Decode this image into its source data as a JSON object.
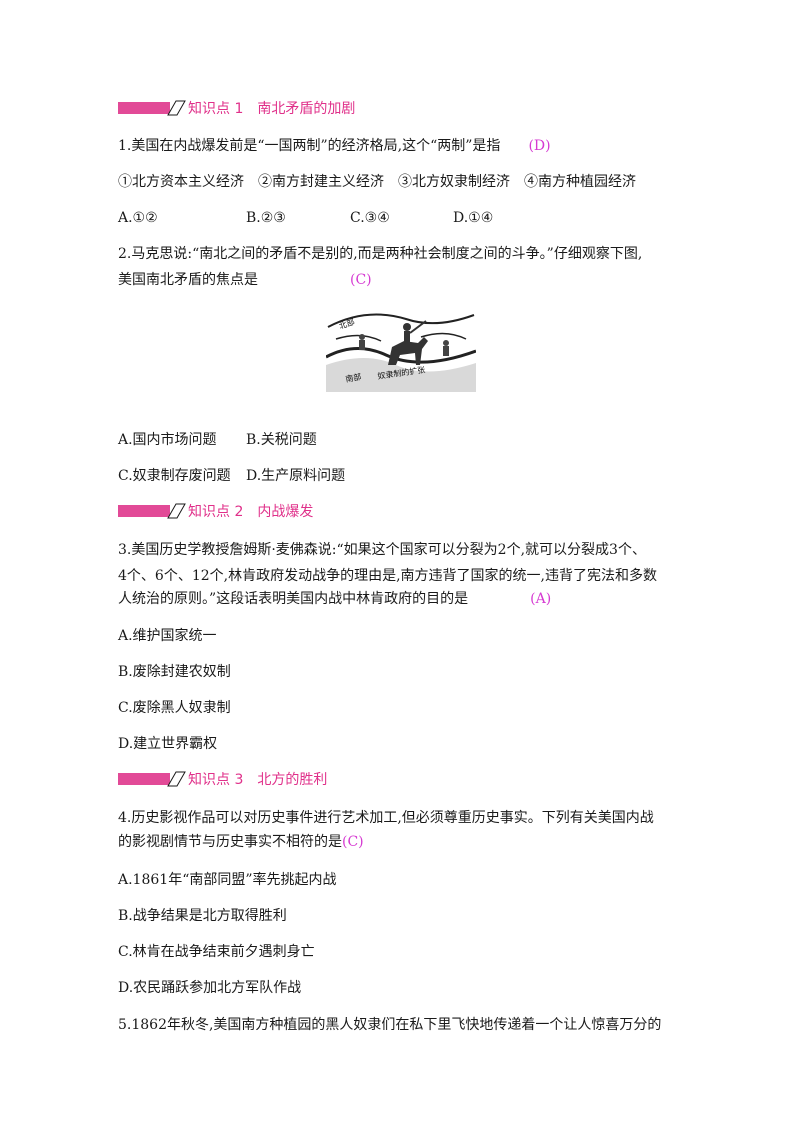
{
  "sections": [
    {
      "label": "知识点 1　南北矛盾的加剧"
    },
    {
      "label": "知识点 2　内战爆发"
    },
    {
      "label": "知识点 3　北方的胜利"
    }
  ],
  "q1": {
    "stem": "1.美国在内战爆发前是“一国两制”的经济格局,这个“两制”是指",
    "answer": "(D)",
    "items": "①北方资本主义经济　②南方封建主义经济　③北方奴隶制经济　④南方种植园经济",
    "options": [
      "A.①②",
      "B.②③",
      "C.③④",
      "D.①④"
    ]
  },
  "q2": {
    "stem1": "2.马克思说:“南北之间的矛盾不是别的,而是两种社会制度之间的斗争。”仔细观察下图,",
    "stem2": "美国南北矛盾的焦点是",
    "answer": "(C)",
    "figure_text": {
      "north": "北部",
      "south": "南部",
      "arc": "奴隶制的扩张"
    },
    "options": [
      "A.国内市场问题",
      "B.关税问题",
      "C.奴隶制存废问题",
      "D.生产原料问题"
    ]
  },
  "q3": {
    "stem1": "3.美国历史学教授詹姆斯·麦佛森说:“如果这个国家可以分裂为2个,就可以分裂成3个、",
    "stem2": "4个、6个、12个,林肯政府发动战争的理由是,南方违背了国家的统一,违背了宪法和多数",
    "stem3": "人统治的原则。”这段话表明美国内战中林肯政府的目的是",
    "answer": "(A)",
    "options": [
      "A.维护国家统一",
      "B.废除封建农奴制",
      "C.废除黑人奴隶制",
      "D.建立世界霸权"
    ]
  },
  "q4": {
    "stem1": "4.历史影视作品可以对历史事件进行艺术加工,但必须尊重历史事实。下列有关美国内战",
    "stem2": "的影视剧情节与历史事实不相符的是",
    "answer": "(C)",
    "options": [
      "A.1861年“南部同盟”率先挑起内战",
      "B.战争结果是北方取得胜利",
      "C.林肯在战争结束前夕遇刺身亡",
      "D.农民踊跃参加北方军队作战"
    ]
  },
  "q5": {
    "stem1": "5.1862年秋冬,美国南方种植园的黑人奴隶们在私下里飞快地传递着一个让人惊喜万分的"
  },
  "colors": {
    "accent": "#e24a97",
    "answer": "#d63ad2"
  }
}
